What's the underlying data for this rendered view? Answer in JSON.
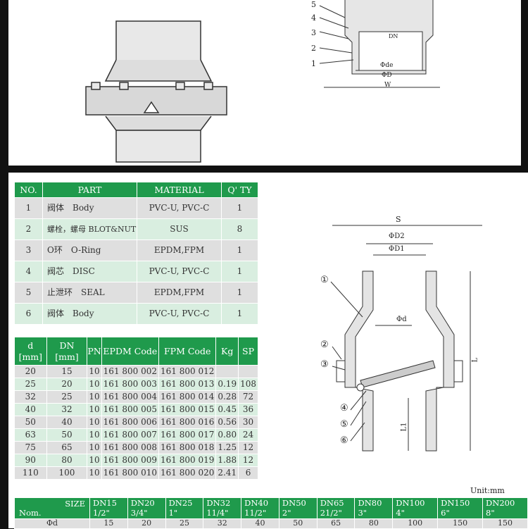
{
  "top_right_drawing": {
    "callouts": [
      "5",
      "4",
      "3",
      "2",
      "1"
    ],
    "dims": [
      "DN",
      "Φde",
      "ΦD",
      "W"
    ]
  },
  "right_drawing": {
    "dims": [
      "S",
      "ΦD2",
      "ΦD1",
      "Φd",
      "L",
      "L1"
    ],
    "callouts": [
      "①",
      "②",
      "③",
      "④",
      "⑤",
      "⑥"
    ]
  },
  "parts_table": {
    "headers": [
      "NO.",
      "PART",
      "MATERIAL",
      "Q' TY"
    ],
    "rows": [
      [
        "1",
        "阀体　Body",
        "PVC-U, PVC-C",
        "1"
      ],
      [
        "2",
        "螺栓，螺母 BLOT&NUT",
        "SUS",
        "8"
      ],
      [
        "3",
        "O环　O-Ring",
        "EPDM,FPM",
        "1"
      ],
      [
        "4",
        "阀芯　DISC",
        "PVC-U, PVC-C",
        "1"
      ],
      [
        "5",
        "止泄环　SEAL",
        "EPDM,FPM",
        "1"
      ],
      [
        "6",
        "阀体　Body",
        "PVC-U, PVC-C",
        "1"
      ]
    ]
  },
  "spec_table": {
    "headers": [
      "d [mm]",
      "DN [mm]",
      "PN",
      "EPDM Code",
      "FPM Code",
      "Kg",
      "SP"
    ],
    "rows": [
      [
        "20",
        "15",
        "10",
        "161 800 002",
        "161 800 012",
        "",
        ""
      ],
      [
        "25",
        "20",
        "10",
        "161 800 003",
        "161 800 013",
        "0.19",
        "108"
      ],
      [
        "32",
        "25",
        "10",
        "161 800 004",
        "161 800 014",
        "0.28",
        "72"
      ],
      [
        "40",
        "32",
        "10",
        "161 800 005",
        "161 800 015",
        "0.45",
        "36"
      ],
      [
        "50",
        "40",
        "10",
        "161 800 006",
        "161 800 016",
        "0.56",
        "30"
      ],
      [
        "63",
        "50",
        "10",
        "161 800 007",
        "161 800 017",
        "0.80",
        "24"
      ],
      [
        "75",
        "65",
        "10",
        "161 800 008",
        "161 800 018",
        "1.25",
        "12"
      ],
      [
        "90",
        "80",
        "10",
        "161 800 009",
        "161 800 019",
        "1.88",
        "12"
      ],
      [
        "110",
        "100",
        "10",
        "161 800 010",
        "161 800 020",
        "2.41",
        "6"
      ]
    ]
  },
  "size_table": {
    "unit": "Unit:mm",
    "corner_top": "SIZE",
    "corner_bottom": "Nom.",
    "sizes": [
      [
        "DN15",
        "1/2\""
      ],
      [
        "DN20",
        "3/4\""
      ],
      [
        "DN25",
        "1\""
      ],
      [
        "DN32",
        "11/4\""
      ],
      [
        "DN40",
        "11/2\""
      ],
      [
        "DN50",
        "2\""
      ],
      [
        "DN65",
        "21/2\""
      ],
      [
        "DN80",
        "3\""
      ],
      [
        "DN100",
        "4\""
      ],
      [
        "DN150",
        "6\""
      ],
      [
        "DN200",
        "8\""
      ]
    ],
    "row_label": "Φd",
    "row_values": [
      "15",
      "20",
      "25",
      "32",
      "40",
      "50",
      "65",
      "80",
      "100",
      "150",
      "150"
    ]
  }
}
